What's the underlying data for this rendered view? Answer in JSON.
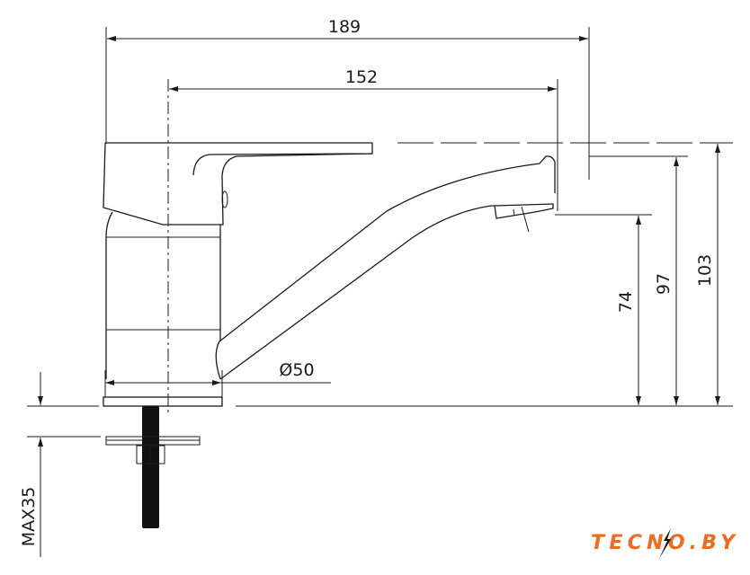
{
  "dimensions": {
    "total_length": "189",
    "spout_reach": "152",
    "base_diameter": "Ø50",
    "aerator_height": "74",
    "spout_height": "97",
    "total_height": "103",
    "max_countertop": "MAX35"
  },
  "logo": {
    "text": "TECNO.BY",
    "color": "#f26b1d"
  },
  "colors": {
    "line": "#1a1a1a"
  }
}
